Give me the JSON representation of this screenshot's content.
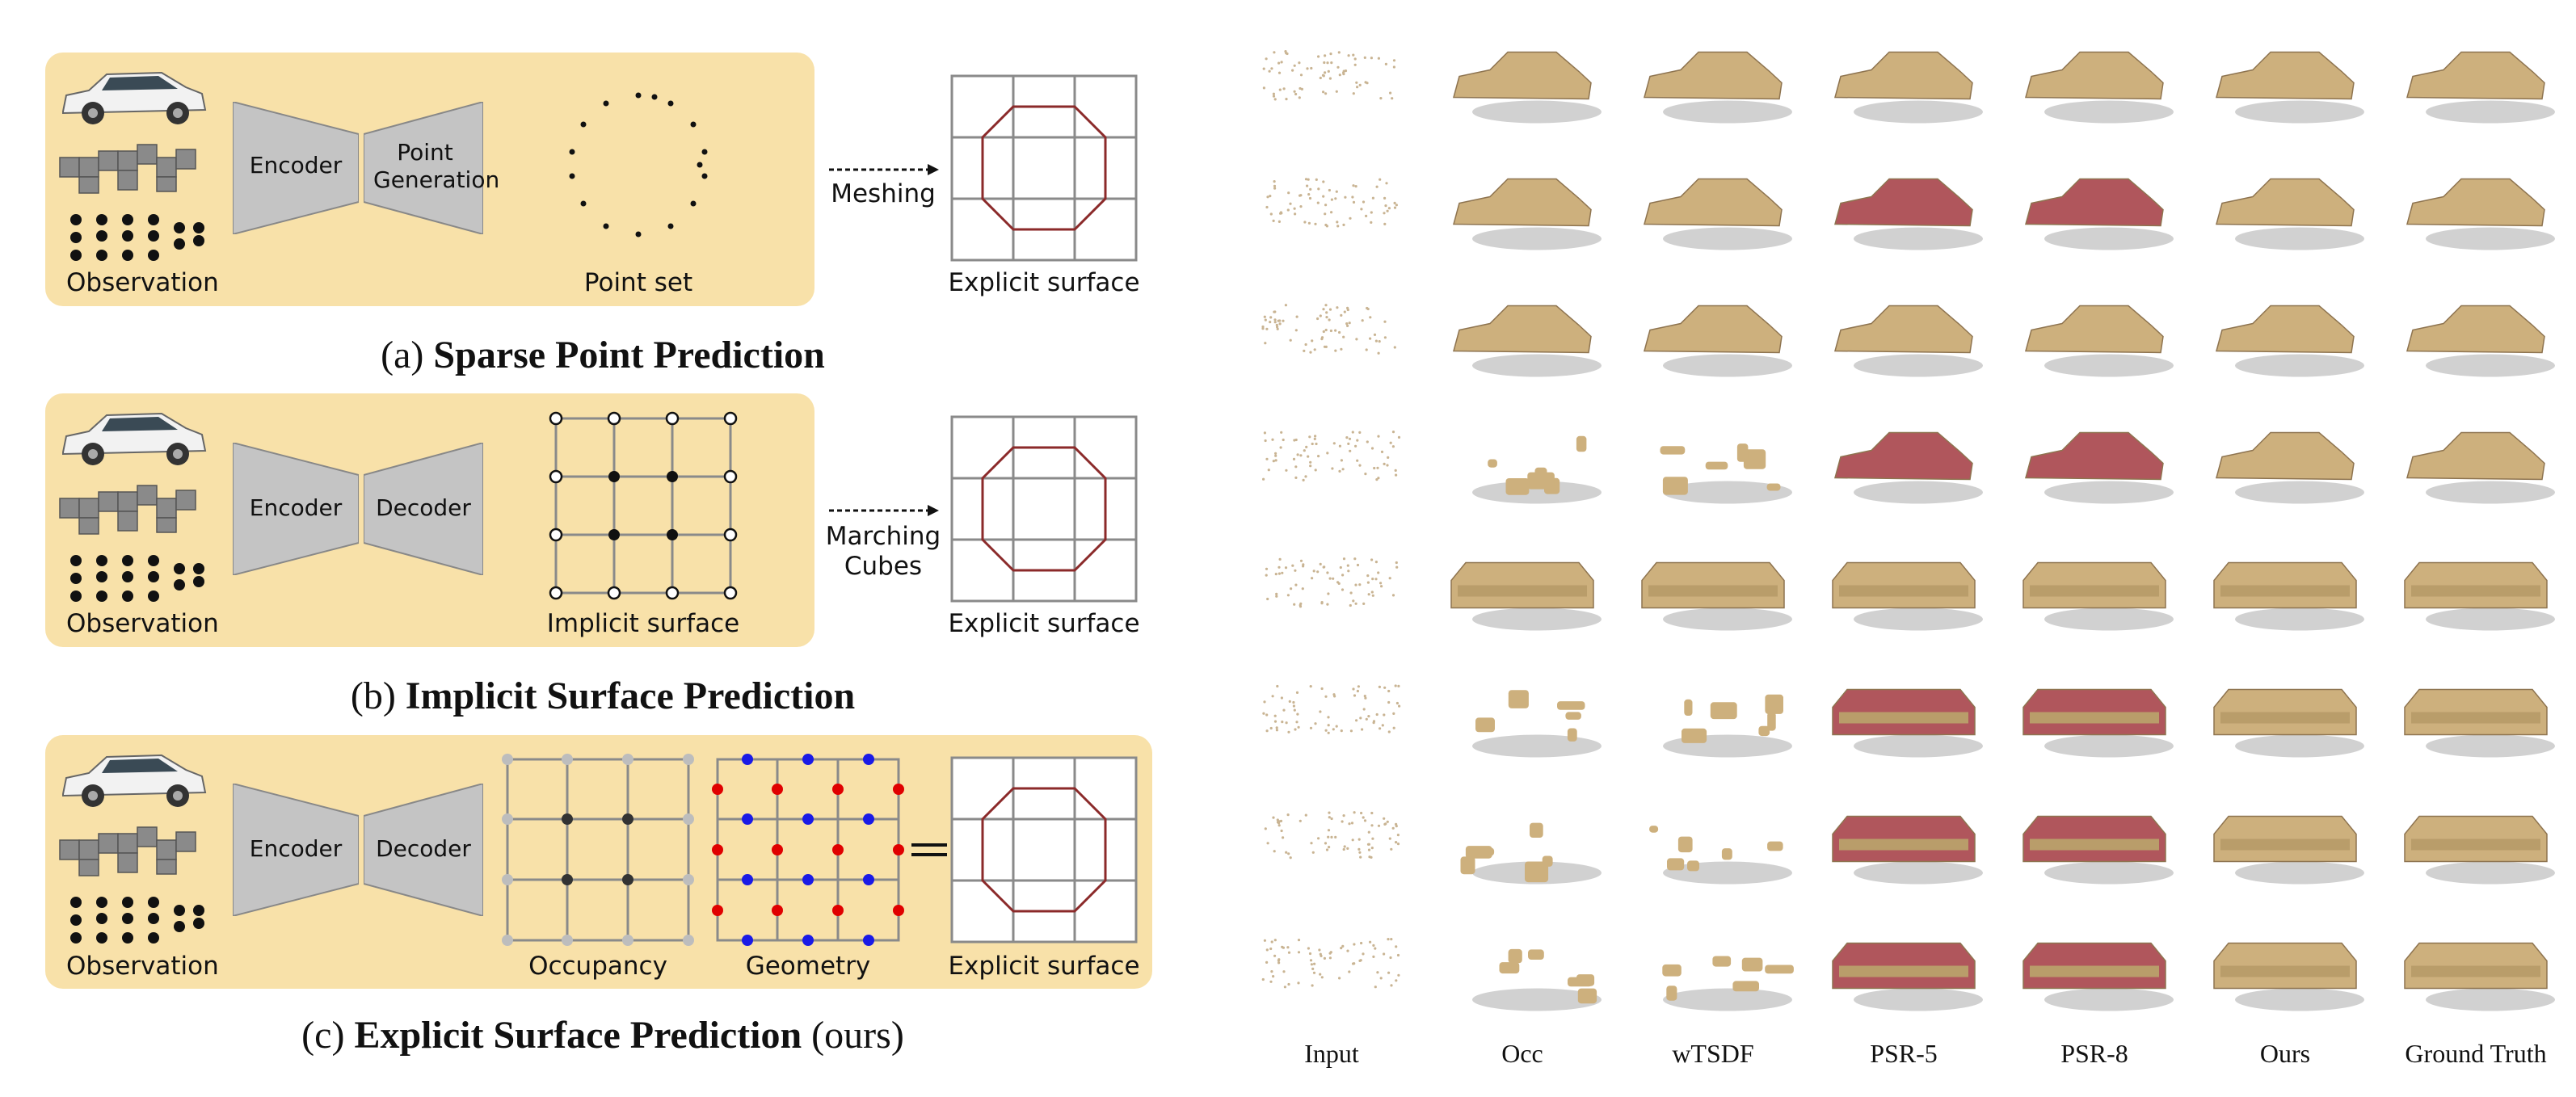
{
  "left_panels": {
    "a": {
      "observation_label": "Observation",
      "encoder_label": "Encoder",
      "generator_label": "Point Generation",
      "middle_label": "Point set",
      "arrow_label": "Meshing",
      "output_label": "Explicit surface",
      "caption_prefix": "(a) ",
      "caption_bold": "Sparse Point Prediction",
      "caption_suffix": ""
    },
    "b": {
      "observation_label": "Observation",
      "encoder_label": "Encoder",
      "decoder_label": "Decoder",
      "middle_label": "Implicit surface",
      "arrow_label": "Marching Cubes",
      "output_label": "Explicit surface",
      "caption_prefix": "(b) ",
      "caption_bold": "Implicit Surface Prediction",
      "caption_suffix": ""
    },
    "c": {
      "observation_label": "Observation",
      "encoder_label": "Encoder",
      "decoder_label": "Decoder",
      "occupancy_label": "Occupancy",
      "geometry_label": "Geometry",
      "output_label": "Explicit surface",
      "caption_prefix": "(c) ",
      "caption_bold": "Explicit Surface Prediction",
      "caption_suffix": " (ours)"
    }
  },
  "comparison": {
    "columns": [
      "Input",
      "Occ",
      "wTSDF",
      "PSR-5",
      "PSR-8",
      "Ours",
      "Ground Truth"
    ],
    "rows": [
      "car",
      "car",
      "car",
      "car",
      "sofa",
      "sofa",
      "sofa",
      "sofa"
    ]
  },
  "colors": {
    "panel_bg": "#f8e1a9",
    "trapezoid": "#c4c4c4",
    "mesh_tan": "#cdb07d",
    "mesh_red": "#b0565c",
    "octagon": "#8b2a2a",
    "grid": "#8a8a8a",
    "geometry_red": "#e00000",
    "geometry_blue": "#1a1ae6"
  }
}
